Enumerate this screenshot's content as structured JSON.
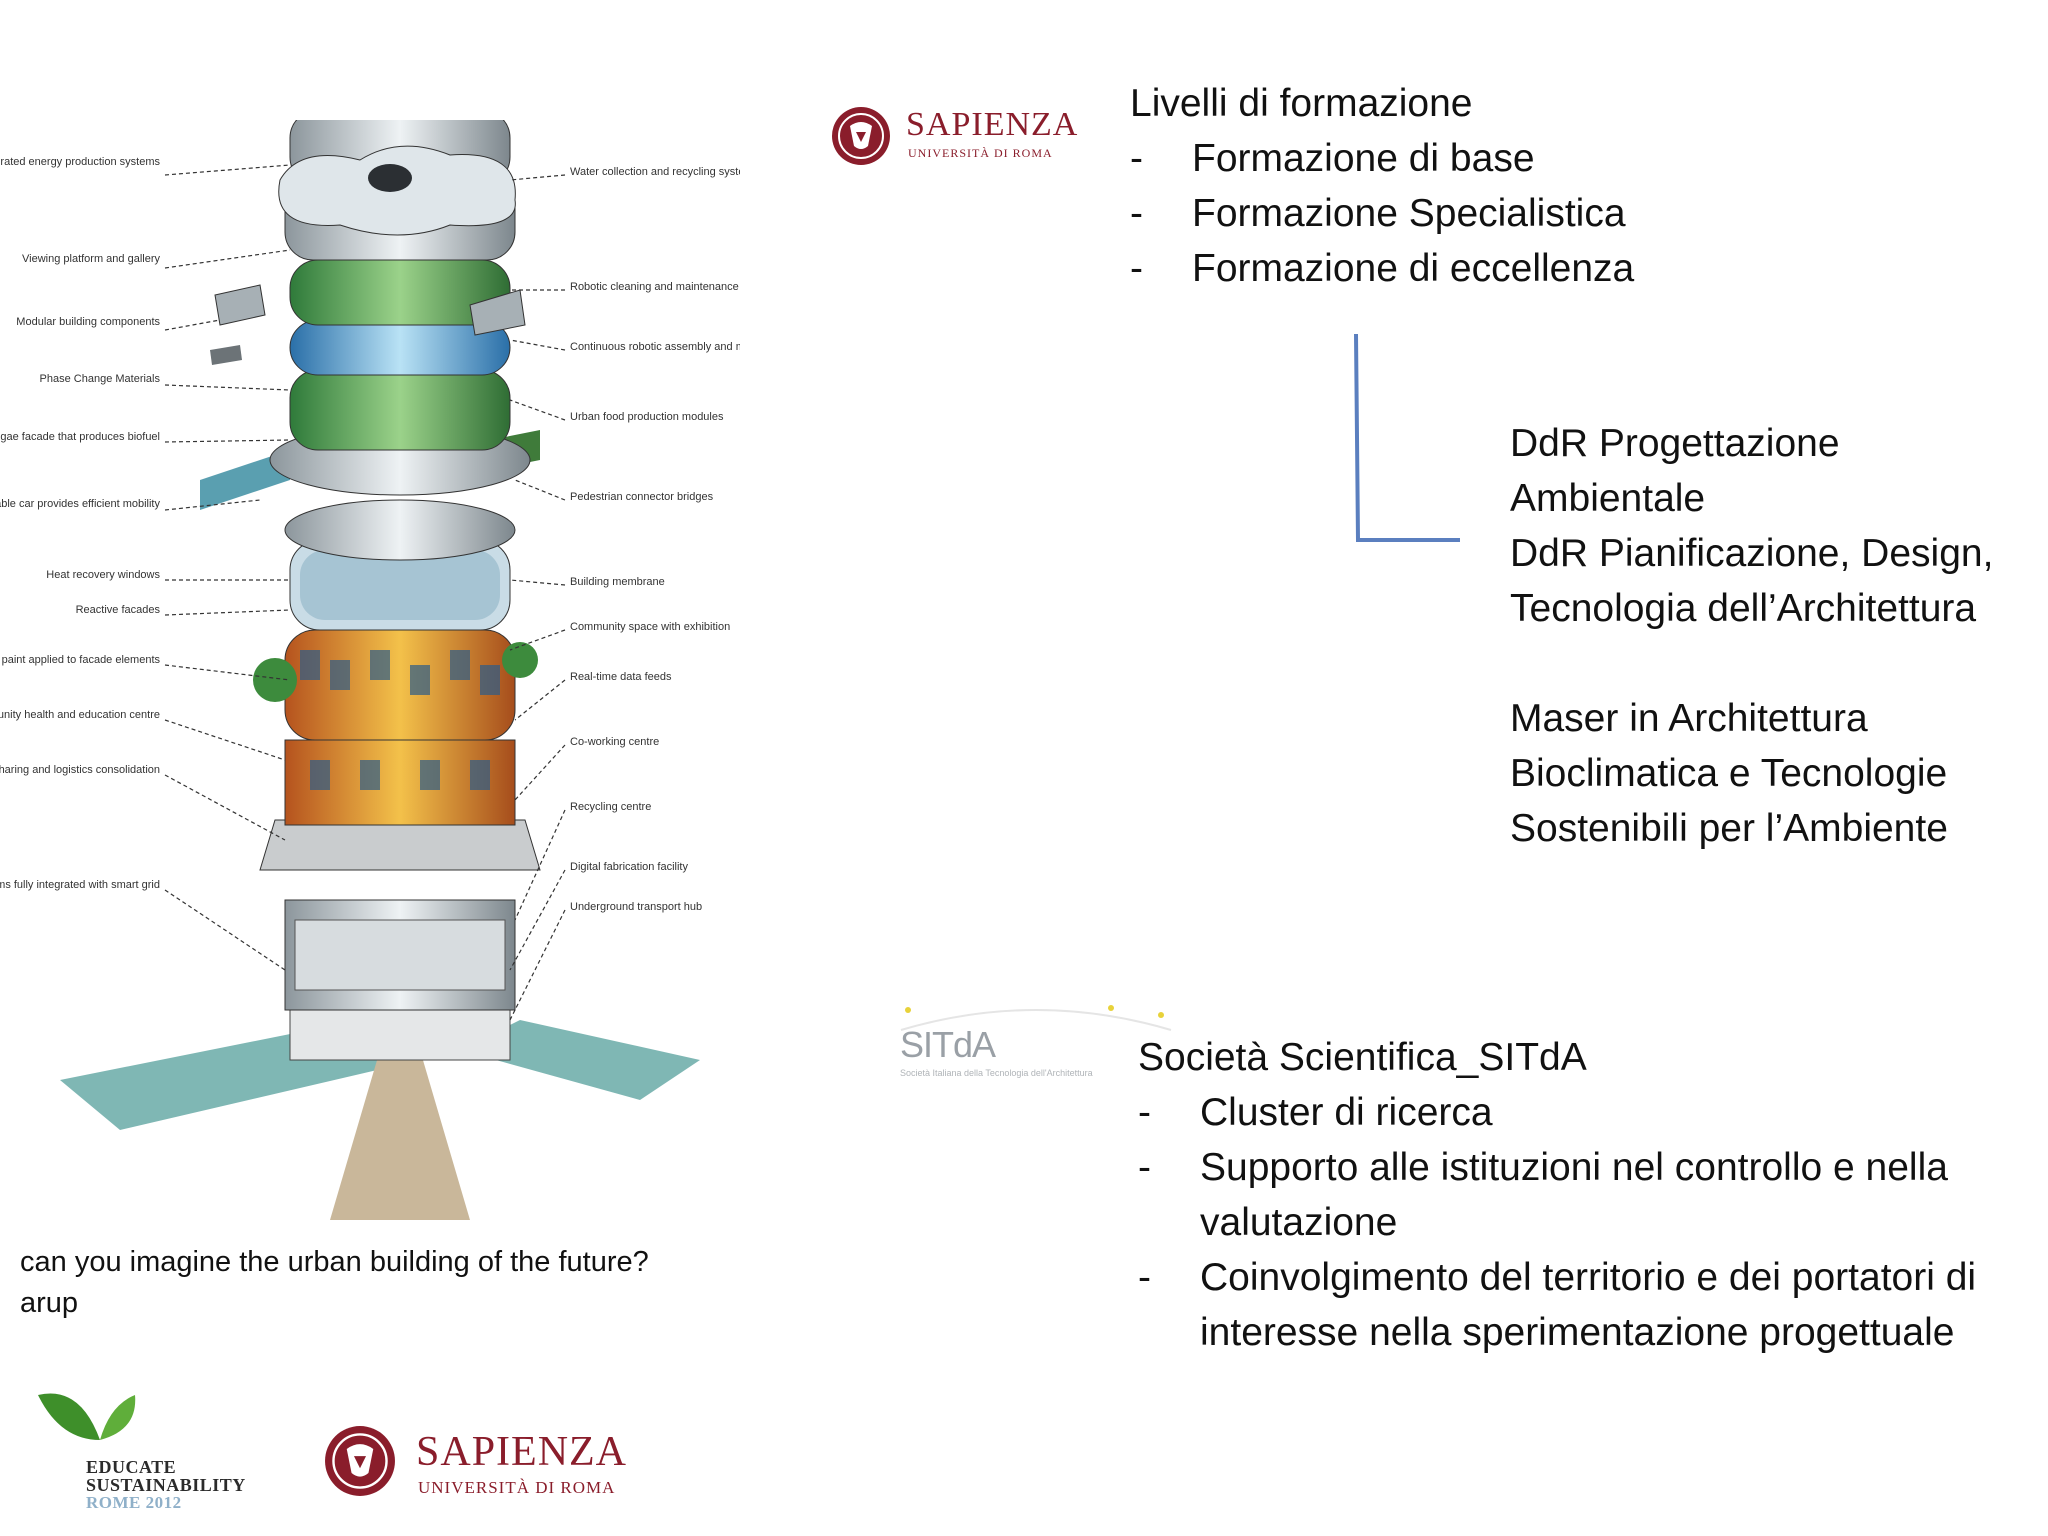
{
  "logos": {
    "sapienza_top": {
      "name": "SAPIENZA",
      "sub": "UNIVERSITÀ DI ROMA"
    },
    "sapienza_bottom": {
      "name": "SAPIENZA",
      "sub": "UNIVERSITÀ DI ROMA"
    },
    "educate": {
      "line1": "EDUCATE",
      "line2": "SUSTAINABILITY",
      "line3": "ROME 2012"
    },
    "sitda": {
      "name": "SITdA",
      "tagline": "Società Italiana della Tecnologia dell'Architettura"
    }
  },
  "formazione": {
    "title": "Livelli di formazione",
    "items": [
      "Formazione di base",
      "Formazione Specialistica",
      "Formazione di eccellenza"
    ],
    "dash": "-"
  },
  "programs": {
    "ddr_lines": [
      "DdR Progettazione",
      "Ambientale",
      "DdR Pianificazione, Design,",
      "Tecnologia dell’Architettura"
    ],
    "master_lines": [
      "Maser in Architettura",
      "Bioclimatica e Tecnologie",
      "Sostenibili per l’Ambiente"
    ]
  },
  "societa": {
    "title": "Società Scientifica_SITdA",
    "dash": "-",
    "items": [
      {
        "lines": [
          "Cluster di ricerca"
        ]
      },
      {
        "lines": [
          "Supporto alle istituzioni nel controllo e nella",
          "valutazione"
        ]
      },
      {
        "lines": [
          "Coinvolgimento del territorio e dei portatori di",
          "interesse nella sperimentazione progettuale"
        ]
      }
    ]
  },
  "caption": {
    "line1": "can you imagine the urban building of the future?",
    "line2": "arup"
  },
  "building_labels": {
    "left": [
      "Integrated energy production systems",
      "Viewing platform and gallery",
      "Modular building components",
      "Phase Change Materials",
      "Algae facade that produces biofuel",
      "Cable car provides efficient mobility",
      "Heat recovery windows",
      "Reactive facades",
      "Solar PV paint applied to facade elements",
      "Community health and education centre",
      "Car-sharing, bike sharing and logistics consolidation",
      "Building systems fully integrated with smart grid"
    ],
    "right": [
      "Water collection and recycling system",
      "Robotic cleaning and maintenance systems",
      "Continuous robotic assembly and maintenance",
      "Urban food production modules",
      "Pedestrian connector bridges",
      "Building membrane",
      "Community space with exhibition",
      "Real-time data feeds",
      "Co-working centre",
      "Recycling centre",
      "Digital fabrication facility",
      "Underground transport hub"
    ]
  },
  "colors": {
    "sapienza_red": "#8a1d2b",
    "connector_blue": "#5b7fbf",
    "educate_green": "#3e8f2a"
  }
}
